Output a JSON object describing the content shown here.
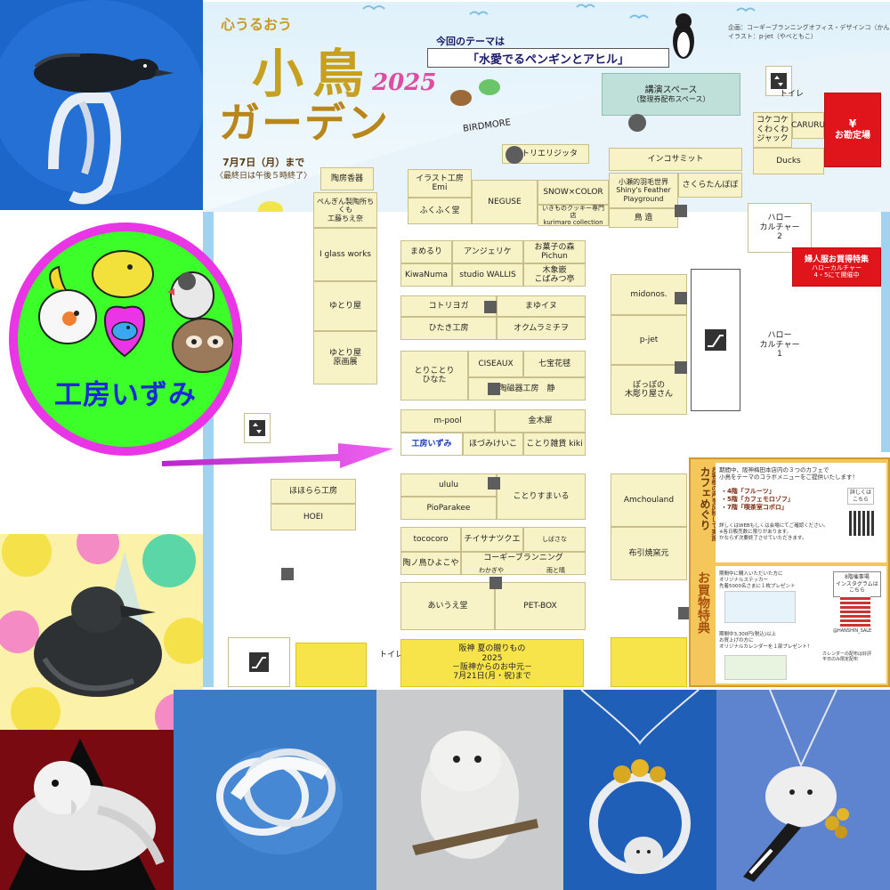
{
  "event": {
    "title_small": "心うるおう",
    "title_main_1": "小鳥",
    "title_main_2": "ガーデン",
    "year": "2025",
    "dates": "7月7日（月）まで",
    "dates_note": "〈最終日は午後５時終了〉",
    "theme_label": "今回のテーマは",
    "theme": "「水愛でるペンギンとアヒル」",
    "credits_1": "企画：コーギーブランニングオフィス・デザインコ（かんたろう）",
    "credits_2": "イラスト：p-jet（やべともこ）"
  },
  "badge": {
    "name": "工房いずみ"
  },
  "map": {
    "areas": {
      "lecture": "講演スペース",
      "lecture_sub": "（整理券配布スペース）",
      "toilet": "トイレ",
      "checkout_symbol": "¥",
      "checkout": "お勘定場",
      "hello_culture_2": "ハロー\nカルチャー\n2",
      "hello_culture_1": "ハロー\nカルチャー\n1",
      "womens_sale": "婦人服お買得特集",
      "womens_sale_sub": "ハローカルチャー\n4・5にて開催中",
      "summer_gift": "阪神 夏の贈りもの\n2025\n－阪神からのお中元－\n7月21日(月・祝)まで"
    },
    "booths": {
      "birdmore": "BIRDMORE",
      "atelier": "アトリエリジッタ",
      "inkosummit": "インコサミット",
      "kokekoke": "コケコケ\nくわくわ\nジャック",
      "caruru": "CARURU",
      "ducks": "Ducks",
      "toukoushoki": "陶房香器",
      "pengin": "ぺんぎん製陶所ちくも\n工藤ちえ奈",
      "illust_emi": "イラスト工房\nEmi",
      "fukufuku": "ふくふく堂",
      "neguse": "NEGUSE",
      "snow_color": "SNOW×COLOR",
      "kurimaro": "いきものクッキー専門店\nkurimaro collection",
      "shiny": "小瀬的羽毛世界\nShiny's Feather\nPlayground",
      "sakura": "さくらたんぼぼ",
      "torizo": "鳥 造",
      "iglass": "I glass works",
      "mameruri": "まめるり",
      "angelique": "アンジェリケ",
      "okashi": "お菓子の森\nPichun",
      "kiwanuma": "KiwaNuma",
      "wallis": "studio WALLIS",
      "kohamitsu": "木象嵌\nこばみつ亭",
      "yutori": "ゆとり屋",
      "yutori_gen": "ゆとり屋\n原画展",
      "kotori_yoga": "コトリヨガ",
      "mayuinu": "まゆイヌ",
      "hitaki": "ひたき工房",
      "okumura": "オクムラミチヲ",
      "midonos": "midonos.",
      "pjet": "p-jet",
      "toritori": "とりことり\nひなた",
      "ciseaux": "CISEAUX",
      "shichiho": "七宝花毬",
      "touji": "陶磁器工房　静",
      "poppo": "ぽっぽの\n木彫り屋さん",
      "mpool": "m-pool",
      "kingyo": "金木犀",
      "izumi": "工房いずみ",
      "hozumi": "ほづみけいこ",
      "kotori_kiki": "ことり雑貨 kiki",
      "hohorara": "ほほらら工房",
      "hoei": "HOEI",
      "ululu": "ululu",
      "piop": "PioParakee",
      "kotorisumairu": "ことりすまいる",
      "amchou": "Amchouland",
      "nunobiki": "布引焼窯元",
      "tococoro": "tococoro",
      "chisana": "チイサナツクエ",
      "shibasana": "しばさな",
      "tounotori": "陶ノ鳥ひよこや",
      "corgi": "コーギーブランニング",
      "wakaya": "わかぎや",
      "nanato": "雨と晴",
      "aiue": "あいうえ堂",
      "petbox": "PET-BOX"
    }
  },
  "info": {
    "cafe_title": "カフェめぐり",
    "cafe_sub": "お客様の声を反映して実施",
    "cafe_desc": "期間中、阪神梅田本店内の３つのカフェで\n小鳥をテーマのコラボメニューをご提供いたします！",
    "cafe_list": "・4階「フルーツ」\n・5階「カフェモロゾフ」\n・7階「喫茶室コボロ」",
    "cafe_detail_btn": "詳しくは\nこちら",
    "cafe_note": "詳しくはWEBもしくは会場にてご確認ください。\n※各日販売数に限りがあります。\nかならず次要終了させていただきます。",
    "shop_title": "お買物特典",
    "shop_1": "期間中に購入いただいた方に\nオリジナルステッカー\n先着5000名さまに１枚プレゼント",
    "shop_2": "期間中3,300円(税込)以上\nお買上げの方に\nオリジナルカレンダーを１部プレゼント！",
    "instagram": "8階催事場\nインスタグラムは\nこちら",
    "insta_handle": "@HANSHIN_SALE",
    "calendar_note": "カレンダーの配布は好評\n平日のみ限定配布"
  }
}
